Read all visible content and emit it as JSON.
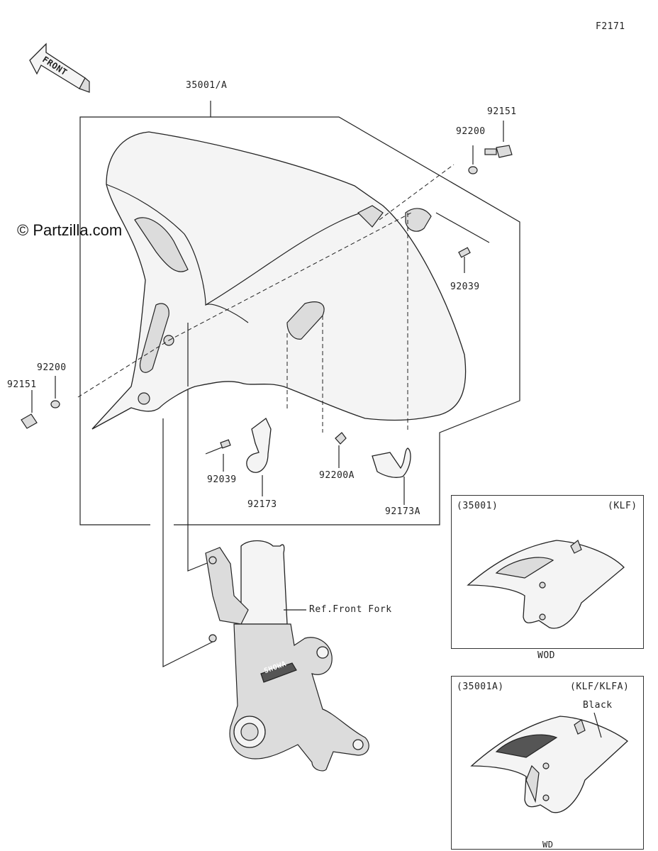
{
  "diagram_code": "F2171",
  "watermark": "© Partzilla.com",
  "front_arrow": "FRONT",
  "callouts": {
    "p35001A": "35001/A",
    "p92151_top": "92151",
    "p92200_top": "92200",
    "p92039_right": "92039",
    "p92200_left": "92200",
    "p92151_left": "92151",
    "p92039_left": "92039",
    "p92173": "92173",
    "p92200A": "92200A",
    "p92173A": "92173A",
    "ref_front_fork": "Ref.Front Fork",
    "fork_brand": "SHOWA"
  },
  "inset_wod": {
    "part": "(35001)",
    "variant": "(KLF)",
    "caption": "WOD"
  },
  "inset_wd": {
    "part": "(35001A)",
    "variant": "(KLF/KLFA)",
    "note": "Black",
    "caption": "WD"
  }
}
